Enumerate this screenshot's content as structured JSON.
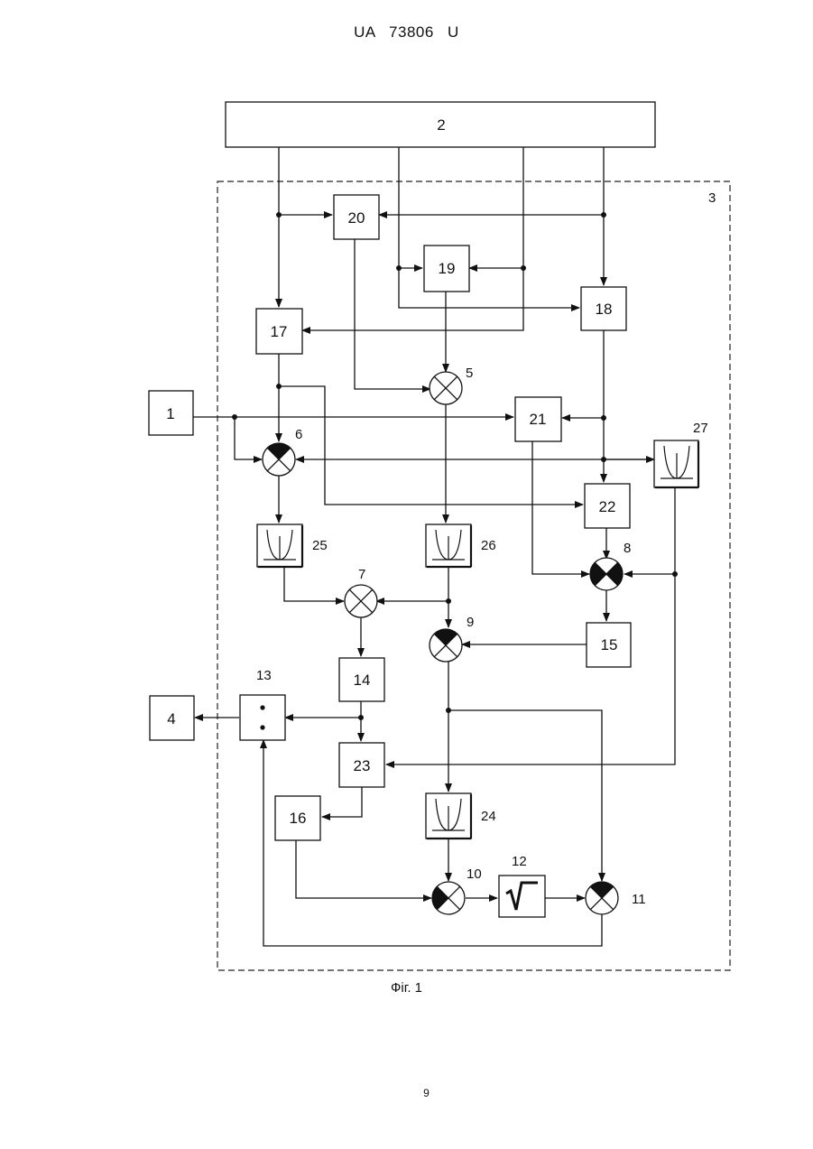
{
  "header": {
    "title": "UA   73806   U"
  },
  "blocks": {
    "b1": "1",
    "b2": "2",
    "b4": "4",
    "b14": "14",
    "b15": "15",
    "b16": "16",
    "b17": "17",
    "b18": "18",
    "b19": "19",
    "b20": "20",
    "b21": "21",
    "b22": "22",
    "b23": "23"
  },
  "element_labels": {
    "l3": "3",
    "l5": "5",
    "l6": "6",
    "l7": "7",
    "l8": "8",
    "l9": "9",
    "l10": "10",
    "l11": "11",
    "l12": "12",
    "l13": "13",
    "l24": "24",
    "l25": "25",
    "l26": "26",
    "l27": "27"
  },
  "caption": "Фіг. 1",
  "page_number": "9"
}
